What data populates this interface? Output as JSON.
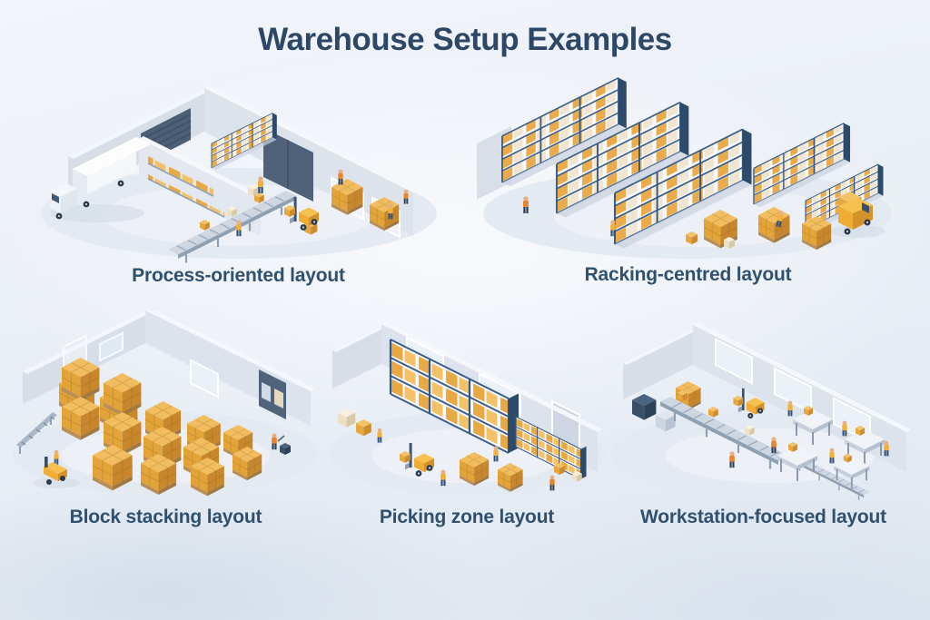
{
  "title": "Warehouse Setup Examples",
  "panels": [
    {
      "id": "process-oriented",
      "label": "Process-oriented layout"
    },
    {
      "id": "racking-centred",
      "label": "Racking-centred layout"
    },
    {
      "id": "block-stacking",
      "label": "Block stacking layout"
    },
    {
      "id": "picking-zone",
      "label": "Picking zone layout"
    },
    {
      "id": "workstation-focused",
      "label": "Workstation-focused layout"
    }
  ],
  "colors": {
    "background": "#eaeff6",
    "title_text": "#2c4866",
    "caption_text": "#30506f",
    "box_amber": "#e8a844",
    "box_cream": "#efe5d0",
    "rack_steel_blue": "#3a5d84",
    "wall_gray": "#dde3ec",
    "dock_slate": "#4c5f76",
    "vehicle_yellow": "#f0ad35",
    "vest_yellow": "#f2b03c",
    "pants_navy": "#32507a"
  }
}
